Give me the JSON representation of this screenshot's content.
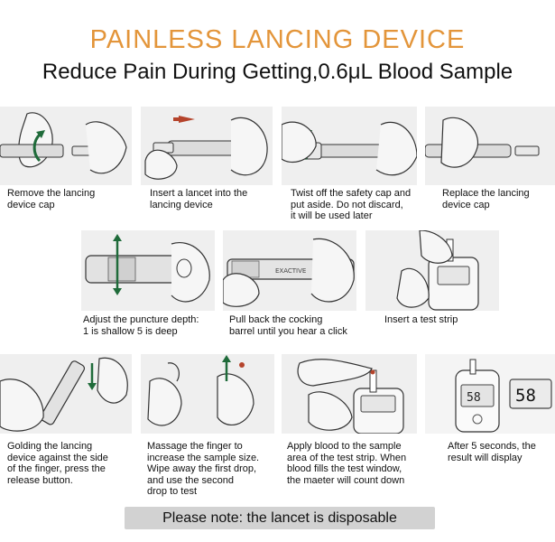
{
  "header": {
    "title": "PAINLESS LANCING DEVICE",
    "subtitle": "Reduce Pain During Getting,0.6μL Blood Sample"
  },
  "steps": [
    {
      "caption": "Remove the lancing\ndevice cap",
      "illustration": "hand-remove-cap-icon"
    },
    {
      "caption": "Insert a lancet into the\nlancing device",
      "illustration": "hand-insert-lancet-icon"
    },
    {
      "caption": "Twist off the safety cap and\nput aside. Do not discard,\nit will be used later",
      "illustration": "hand-twist-cap-icon"
    },
    {
      "caption": "Replace the lancing\ndevice cap",
      "illustration": "hand-replace-cap-icon"
    },
    {
      "caption": "Adjust the puncture depth:\n1 is shallow 5 is deep",
      "illustration": "depth-dial-icon"
    },
    {
      "caption": "Pull back the cocking\nbarrel until you hear a click",
      "illustration": "cocking-barrel-icon"
    },
    {
      "caption": "Insert a test strip",
      "illustration": "insert-strip-icon"
    },
    {
      "caption": "Golding the lancing\ndevice against the side\nof the finger, press the\nrelease button.",
      "illustration": "press-release-icon"
    },
    {
      "caption": "Massage the finger to\nincrease the sample size.\nWipe away the first drop,\nand use the second\ndrop to test",
      "illustration": "massage-finger-icon"
    },
    {
      "caption": "Apply blood to the sample\narea of the test strip. When\nblood fills the test window,\nthe maeter will count down",
      "illustration": "apply-blood-icon"
    },
    {
      "caption": "After 5 seconds, the\nresult will display",
      "illustration": "meter-result-icon"
    }
  ],
  "device_label": "EXACTIVE",
  "meter_reading": "58",
  "footer": {
    "note": "Please note: the lancet is disposable"
  },
  "colors": {
    "title": "#e3953a",
    "arrow": "#1f6b3a",
    "panel": "#efefef",
    "note_bg": "#d2d2d2"
  }
}
